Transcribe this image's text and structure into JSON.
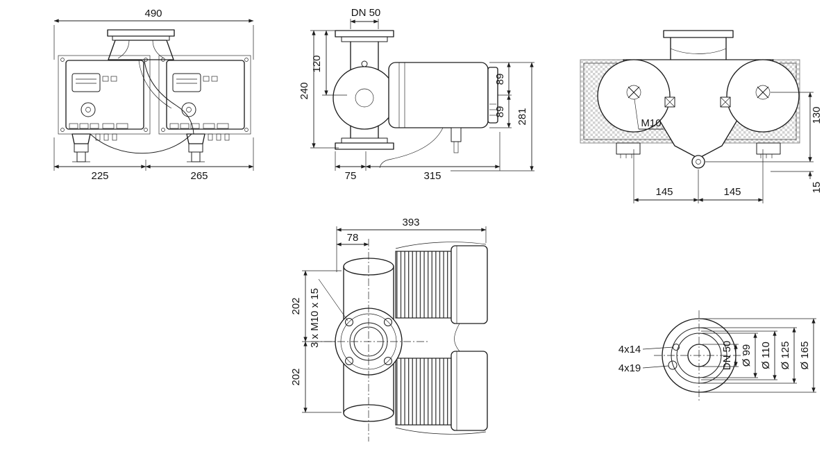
{
  "page": {
    "background": "#ffffff",
    "line_color": "#1d1d1d"
  },
  "views": {
    "front": {
      "dim_total_width": "490",
      "dim_width_left": "225",
      "dim_width_right": "265"
    },
    "side": {
      "dim_flange": "DN 50",
      "dim_height_upper": "120",
      "dim_height_total": "240",
      "dim_motor_upper": "89",
      "dim_motor_lower": "89",
      "dim_height_overall": "281",
      "dim_length_left": "75",
      "dim_length_right": "315"
    },
    "top": {
      "thread_label": "M10",
      "dim_height": "130",
      "dim_span_left": "145",
      "dim_span_right": "145",
      "dim_offset": "15"
    },
    "motor": {
      "dim_depth_total": "393",
      "dim_depth_port": "78",
      "dim_axis_upper": "202",
      "dim_axis_lower": "202",
      "thread_label": "3 x M10 x 15"
    },
    "flange": {
      "holes_label_1": "4x14",
      "holes_label_2": "4x19",
      "dim_dn": "DN 50",
      "dim_d1": "Ø 99",
      "dim_d2": "Ø 110",
      "dim_d3": "Ø 125",
      "dim_d4": "Ø 165"
    }
  }
}
